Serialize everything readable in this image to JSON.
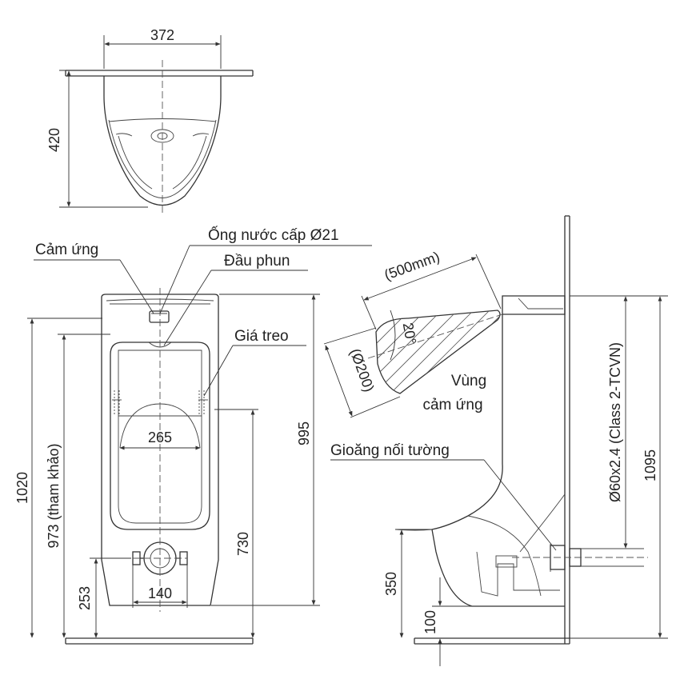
{
  "labels": {
    "sensor": "Cảm ứng",
    "supply_pipe": "Ống nước cấp Ø21",
    "spray_head": "Đầu phun",
    "hanger": "Giá treo",
    "sensing_zone_line1": "Vùng",
    "sensing_zone_line2": "cảm ứng",
    "wall_gasket": "Gioăng nối tường",
    "pipe_spec": "Ø60x2.4 (Class 2-TCVN)",
    "range_500": "(500mm)",
    "diameter_200": "(Ø200)",
    "angle_20": "20°"
  },
  "dimensions": {
    "top_width": "372",
    "top_depth": "420",
    "inner_width": "265",
    "outlet_width": "140",
    "height_1020": "1020",
    "height_973": "973 (tham khảo)",
    "height_995": "995",
    "height_730": "730",
    "height_253": "253",
    "side_1095": "1095",
    "side_350": "350",
    "side_100": "100"
  },
  "colors": {
    "line": "#333333",
    "background": "#ffffff"
  }
}
